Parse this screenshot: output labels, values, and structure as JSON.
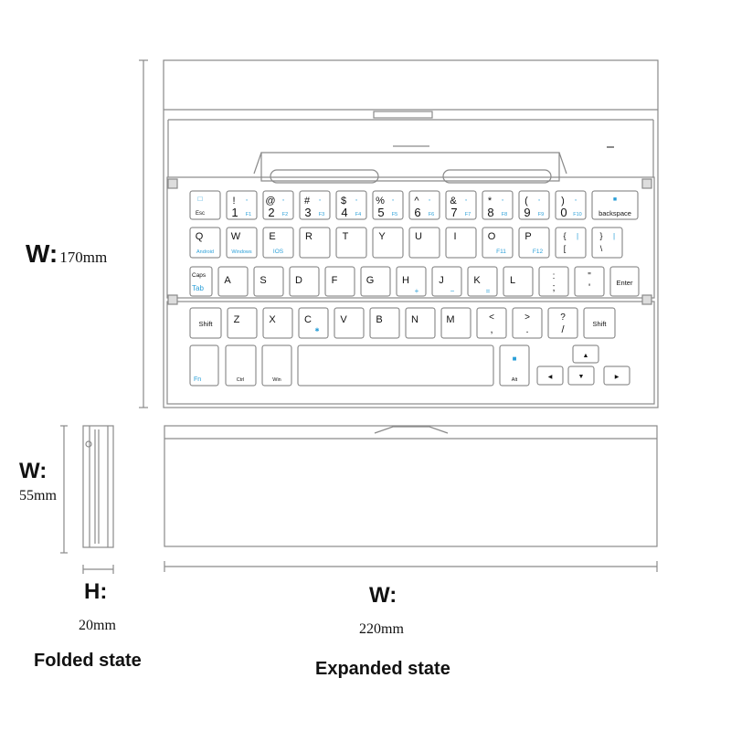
{
  "dimensions": {
    "height_total": {
      "prefix": "W:",
      "value": "170mm"
    },
    "folded_width": {
      "prefix": "W:",
      "value": "55mm"
    },
    "folded_height": {
      "prefix": "H:",
      "value": "20mm"
    },
    "expanded_width": {
      "prefix": "W:",
      "value": "220mm"
    }
  },
  "captions": {
    "folded": "Folded state",
    "expanded": "Expanded state"
  },
  "colors": {
    "line": "#8a8a8a",
    "key_border": "#777777",
    "accent": "#2a9fd8",
    "text": "#111111"
  },
  "keyboard": {
    "row1": [
      {
        "main": "Esc",
        "sym": "",
        "fn": ""
      },
      {
        "main": "1",
        "sym": "!",
        "fn": "F1"
      },
      {
        "main": "2",
        "sym": "@",
        "fn": "F2"
      },
      {
        "main": "3",
        "sym": "#",
        "fn": "F3"
      },
      {
        "main": "4",
        "sym": "$",
        "fn": "F4"
      },
      {
        "main": "5",
        "sym": "%",
        "fn": "F5"
      },
      {
        "main": "6",
        "sym": "^",
        "fn": "F6"
      },
      {
        "main": "7",
        "sym": "&",
        "fn": "F7"
      },
      {
        "main": "8",
        "sym": "*",
        "fn": "F8"
      },
      {
        "main": "9",
        "sym": "(",
        "fn": "F9"
      },
      {
        "main": "0",
        "sym": ")",
        "fn": "F10"
      },
      {
        "main": "backspace",
        "sym": "",
        "fn": ""
      }
    ],
    "row2": [
      {
        "main": "Q",
        "sub": "Android"
      },
      {
        "main": "W",
        "sub": "Windows"
      },
      {
        "main": "E",
        "sub": "IOS"
      },
      {
        "main": "R",
        "sub": ""
      },
      {
        "main": "T",
        "sub": ""
      },
      {
        "main": "Y",
        "sub": ""
      },
      {
        "main": "U",
        "sub": ""
      },
      {
        "main": "I",
        "sub": ""
      },
      {
        "main": "O",
        "sub": "F11"
      },
      {
        "main": "P",
        "sub": "F12"
      },
      {
        "main": "[",
        "sym": "{",
        "sub": ""
      },
      {
        "main": "\\",
        "sym": "}",
        "sub": ""
      }
    ],
    "row3": [
      {
        "main": "Tab",
        "sym": "Caps"
      },
      {
        "main": "A",
        "sub": ""
      },
      {
        "main": "S",
        "sub": ""
      },
      {
        "main": "D",
        "sub": ""
      },
      {
        "main": "F",
        "sub": ""
      },
      {
        "main": "G",
        "sub": ""
      },
      {
        "main": "H",
        "sub": "+"
      },
      {
        "main": "J",
        "sub": "−"
      },
      {
        "main": "K",
        "sub": "="
      },
      {
        "main": "L",
        "sub": ""
      },
      {
        "main": ";",
        "sym": ":"
      },
      {
        "main": "'",
        "sym": "\""
      },
      {
        "main": "Enter",
        "sub": ""
      }
    ],
    "row4": [
      {
        "main": "Shift"
      },
      {
        "main": "Z"
      },
      {
        "main": "X"
      },
      {
        "main": "C"
      },
      {
        "main": "V"
      },
      {
        "main": "B"
      },
      {
        "main": "N"
      },
      {
        "main": "M"
      },
      {
        "main": ",",
        "sym": "<"
      },
      {
        "main": ".",
        "sym": ">"
      },
      {
        "main": "/",
        "sym": "?"
      },
      {
        "main": "Shift"
      }
    ],
    "row5": {
      "fn": "Fn",
      "ctrl": "Ctrl",
      "win": "Win",
      "alt": "Alt"
    }
  }
}
